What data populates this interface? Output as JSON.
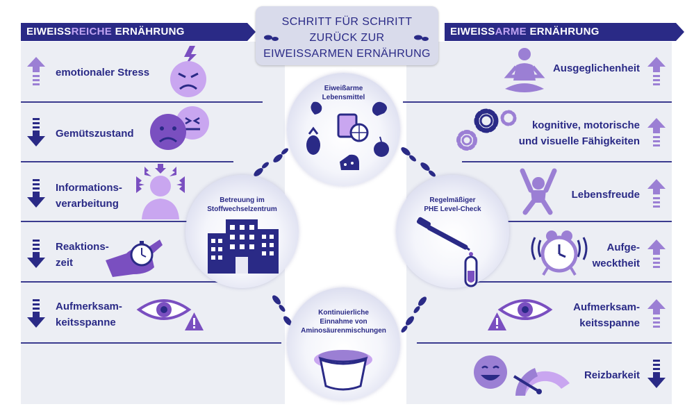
{
  "colors": {
    "navy": "#2a2a86",
    "purple": "#9b7fd4",
    "light_purple": "#bfa3f2",
    "panel": "#eceef4"
  },
  "title": {
    "line1": "SCHRITT FÜR SCHRITT",
    "line2": "ZURÜCK ZUR",
    "line3": "EIWEISSARMEN ERNÄHRUNG"
  },
  "left_header": {
    "part1": "EIWEISS",
    "part2": "REICHE",
    "part3": " ERNÄHRUNG"
  },
  "right_header": {
    "part1": "EIWEISS",
    "part2": "ARME",
    "part3": " ERNÄHRUNG"
  },
  "left_rows": [
    {
      "line1": "emotionaler Stress",
      "line2": "",
      "trend": "up",
      "icon": "angry-face-icon"
    },
    {
      "line1": "Gemütszustand",
      "line2": "",
      "trend": "down",
      "icon": "sad-faces-icon"
    },
    {
      "line1": "Informations-",
      "line2": "verarbeitung",
      "trend": "down",
      "icon": "head-arrows-icon"
    },
    {
      "line1": "Reaktions-",
      "line2": "zeit",
      "trend": "down",
      "icon": "stopwatch-hand-icon"
    },
    {
      "line1": "Aufmerksam-",
      "line2": "keitsspanne",
      "trend": "down",
      "icon": "eye-warning-icon"
    }
  ],
  "right_rows": [
    {
      "line1": "Ausgeglichenheit",
      "line2": "",
      "trend": "up",
      "icon": "meditation-icon"
    },
    {
      "line1": "kognitive, motorische",
      "line2": "und visuelle Fähigkeiten",
      "trend": "up",
      "icon": "gears-icon"
    },
    {
      "line1": "Lebensfreude",
      "line2": "",
      "trend": "up",
      "icon": "joyful-person-icon"
    },
    {
      "line1": "Aufge-",
      "line2": "wecktheit",
      "trend": "up",
      "icon": "alarm-clock-icon"
    },
    {
      "line1": "Aufmerksam-",
      "line2": "keitsspanne",
      "trend": "up",
      "icon": "eye-warning-icon"
    },
    {
      "line1": "Reizbarkeit",
      "line2": "",
      "trend": "down",
      "icon": "laughing-gauge-icon"
    }
  ],
  "circles": {
    "top": {
      "line1": "Eiweißarme",
      "line2": "Lebensmittel",
      "line3": ""
    },
    "left": {
      "line1": "Betreuung im",
      "line2": "Stoffwechselzentrum",
      "line3": ""
    },
    "right": {
      "line1": "Regelmäßiger",
      "line2": "PHE Level-Check",
      "line3": ""
    },
    "bottom": {
      "line1": "Kontinuierliche",
      "line2": "Einnahme von",
      "line3": "Aminosäurenmischungen"
    }
  }
}
